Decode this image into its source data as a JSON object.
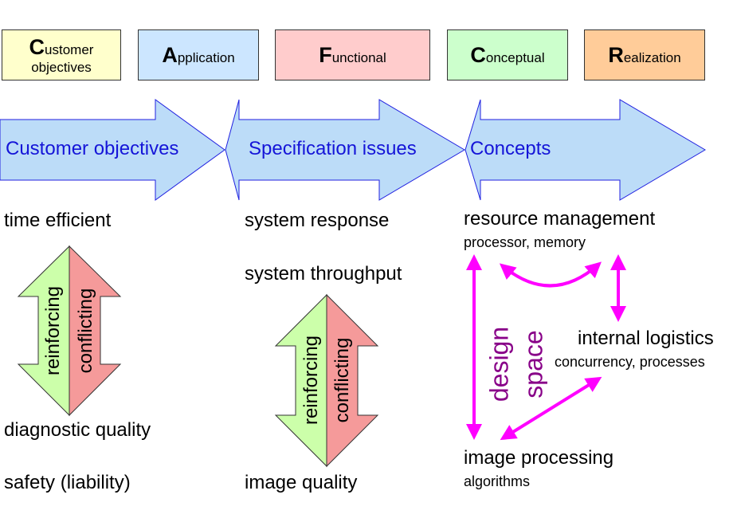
{
  "boxes": [
    {
      "initial": "C",
      "rest": "ustomer",
      "sub": "objectives",
      "color": "#ffffcc"
    },
    {
      "initial": "A",
      "rest": "pplication",
      "color": "#cce6ff"
    },
    {
      "initial": "F",
      "rest": "unctional",
      "color": "#ffcccc"
    },
    {
      "initial": "C",
      "rest": "onceptual",
      "color": "#ccffcc"
    },
    {
      "initial": "R",
      "rest": "ealization",
      "color": "#ffcc99"
    }
  ],
  "arrows": [
    {
      "label": "Customer objectives"
    },
    {
      "label": "Specification issues"
    },
    {
      "label": "Concepts"
    }
  ],
  "col1": {
    "top": "time efficient",
    "mid": "diagnostic quality",
    "bottom": "safety (liability)"
  },
  "col2": {
    "top": "system response",
    "second": "system throughput",
    "bottom": "image quality"
  },
  "col3": {
    "resource": "resource management",
    "resource_sub": "processor, memory",
    "logistics": "internal logistics",
    "logistics_sub": "concurrency, processes",
    "imaging": "image processing",
    "imaging_sub": "algorithms",
    "design": "design",
    "space": "space"
  },
  "double_arrows": [
    {
      "left": "reinforcing",
      "right": "conflicting"
    },
    {
      "left": "reinforcing",
      "right": "conflicting"
    }
  ],
  "colors": {
    "arrow_fill": "#bcdcf8",
    "arrow_stroke": "#2020e0",
    "green": "#ccffaa",
    "red": "#f59a9a",
    "magenta": "#ff00ff",
    "purple": "#880088"
  }
}
